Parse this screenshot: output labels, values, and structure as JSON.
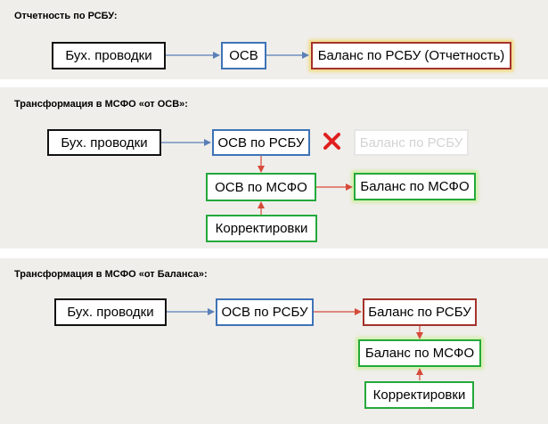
{
  "section1": {
    "title": "Отчетность по РСБУ:",
    "box_entries": "Бух. проводки",
    "box_osv": "ОСВ",
    "box_balance": "Баланс по РСБУ (Отчетность)"
  },
  "section2": {
    "title": "Трансформация в МСФО «от ОСВ»:",
    "box_entries": "Бух. проводки",
    "box_osv_rsbu": "ОСВ по РСБУ",
    "box_balance_rsbu_faded": "Баланс по РСБУ",
    "box_osv_msfo": "ОСВ по МСФО",
    "box_balance_msfo": "Баланс по МСФО",
    "box_adjustments": "Корректировки",
    "cross_icon": "red-cross-icon"
  },
  "section3": {
    "title": "Трансформация в МСФО «от Баланса»:",
    "box_entries": "Бух. проводки",
    "box_osv_rsbu": "ОСВ по РСБУ",
    "box_balance_rsbu": "Баланс по РСБУ",
    "box_balance_msfo": "Баланс по МСФО",
    "box_adjustments": "Корректировки"
  },
  "colors": {
    "panel_bg": "#efeeea",
    "blue_border": "#3f73b7",
    "green_border": "#23a93b",
    "red_border": "#a4322b",
    "blue_arrow": "#5b7fb8",
    "red_arrow": "#d64a3a"
  }
}
